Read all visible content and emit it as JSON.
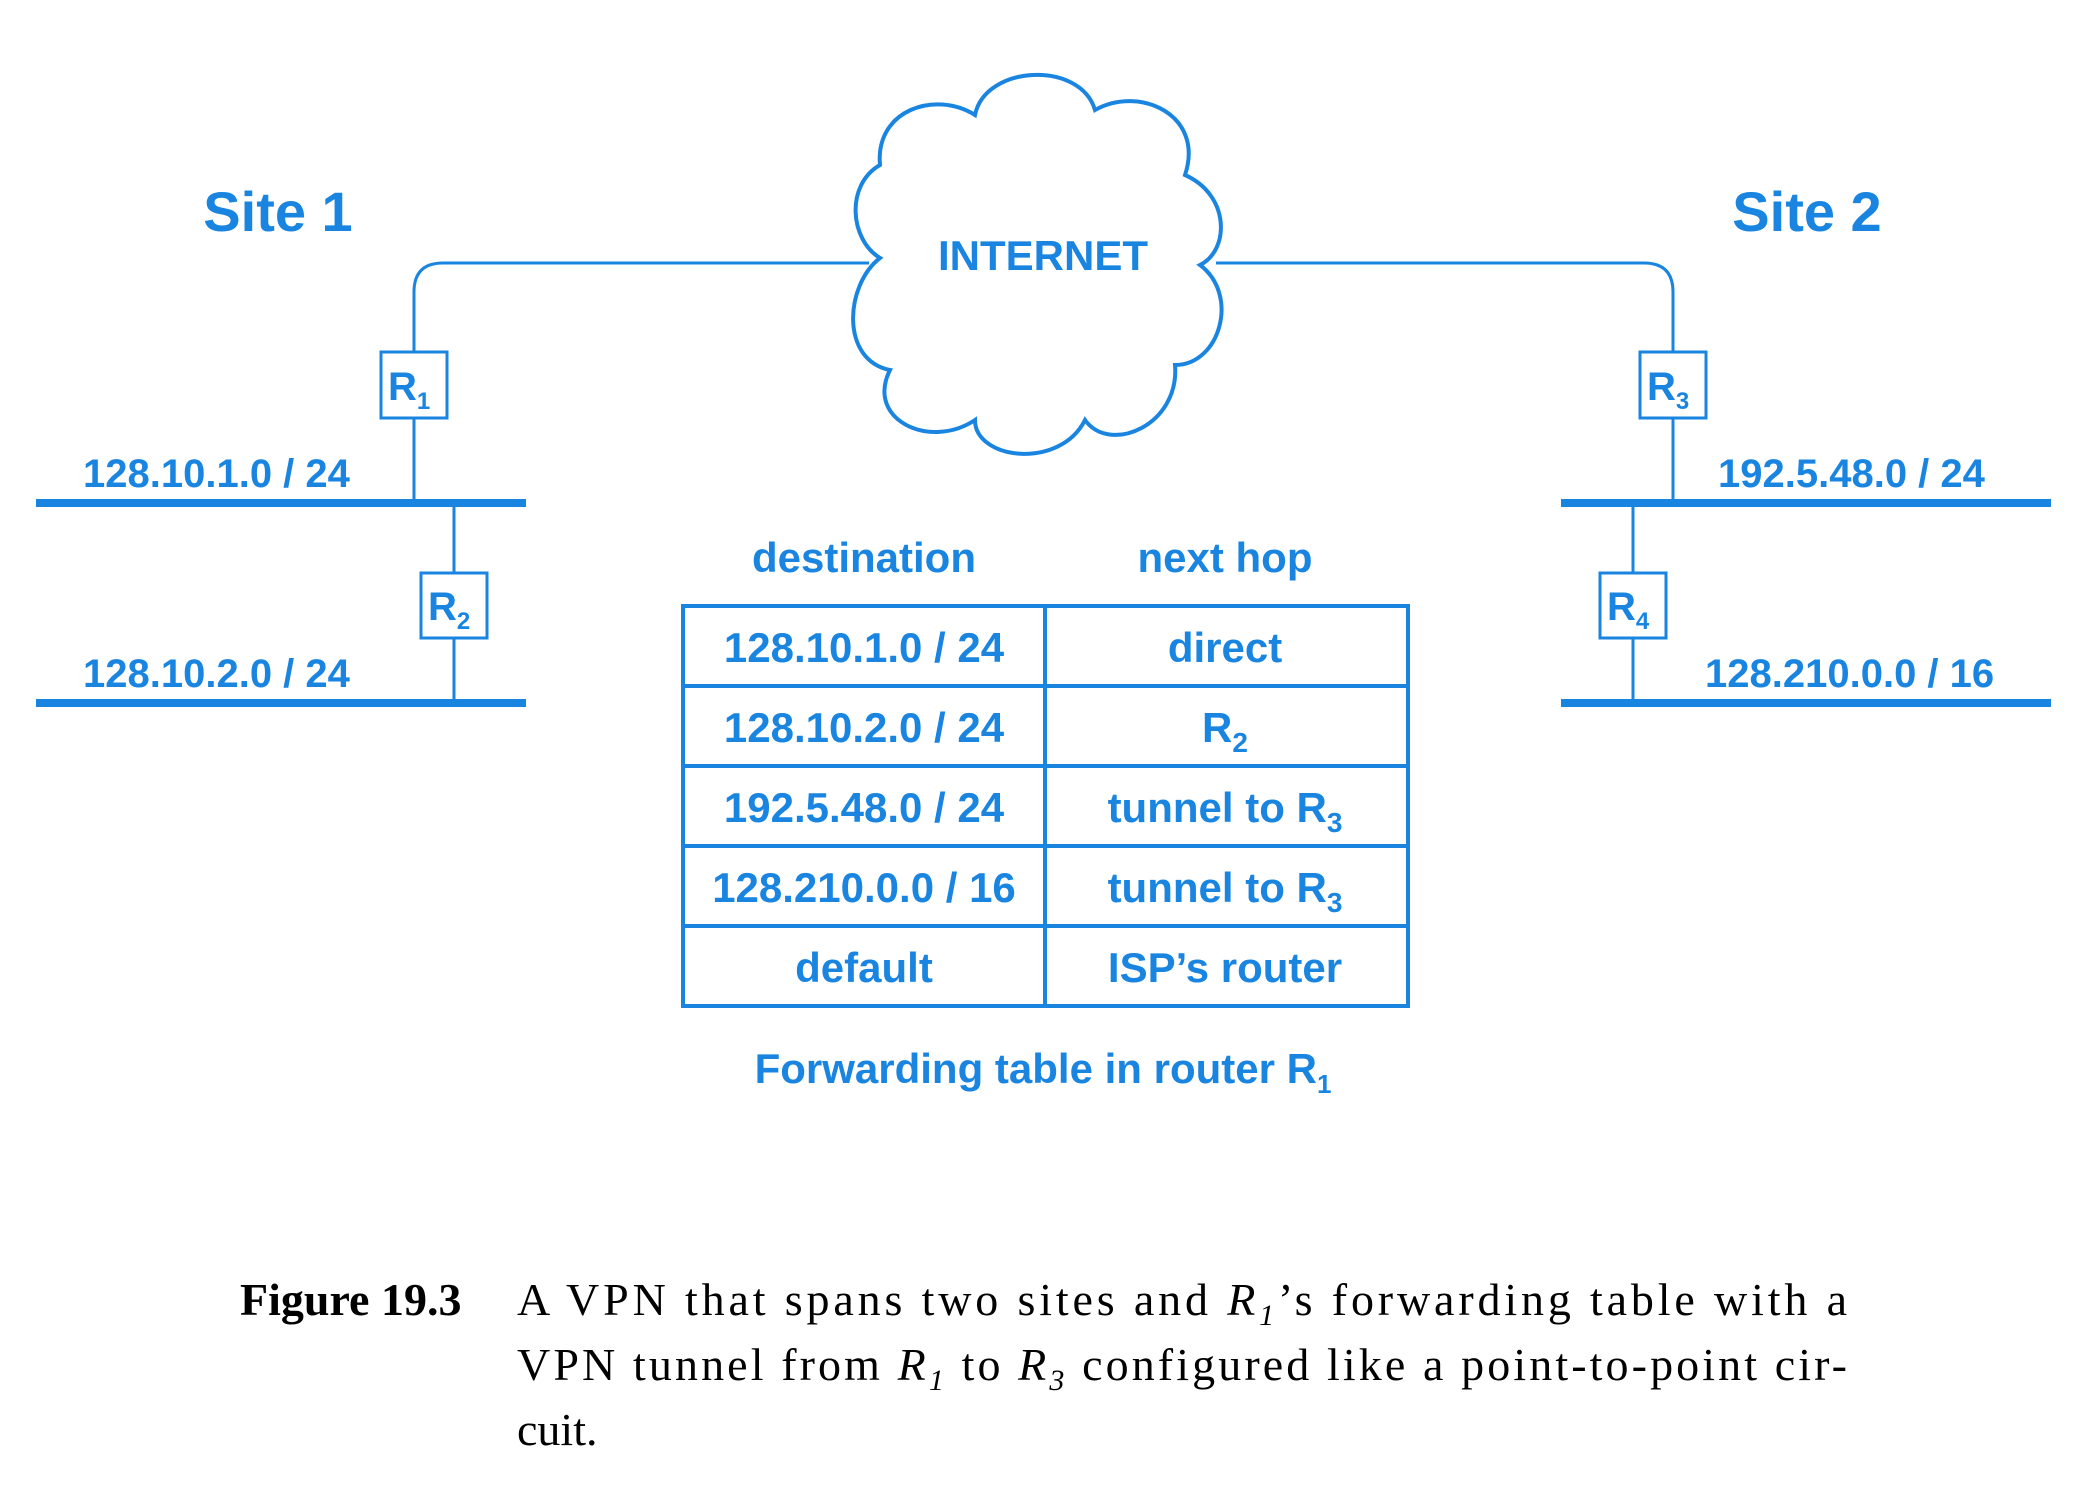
{
  "colors": {
    "accent": "#1a85e0",
    "caption_text": "#000000",
    "background": "#ffffff"
  },
  "sites": {
    "site1": "Site 1",
    "site2": "Site 2"
  },
  "cloud": {
    "label": "INTERNET",
    "icon": "cloud-icon"
  },
  "routers": {
    "r1": {
      "letter": "R",
      "sub": "1"
    },
    "r2": {
      "letter": "R",
      "sub": "2"
    },
    "r3": {
      "letter": "R",
      "sub": "3"
    },
    "r4": {
      "letter": "R",
      "sub": "4"
    }
  },
  "networks": {
    "site1_net1": "128.10.1.0 / 24",
    "site1_net2": "128.10.2.0 / 24",
    "site2_net1": "192.5.48.0 / 24",
    "site2_net2": "128.210.0.0 / 16"
  },
  "table": {
    "headers": {
      "destination": "destination",
      "next_hop": "next hop"
    },
    "rows": [
      {
        "destination": "128.10.1.0 / 24",
        "next": "direct",
        "sub": ""
      },
      {
        "destination": "128.10.2.0 / 24",
        "next": "R",
        "sub": "2"
      },
      {
        "destination": "192.5.48.0 / 24",
        "next": "tunnel to R",
        "sub": "3"
      },
      {
        "destination": "128.210.0.0 / 16",
        "next": "tunnel to R",
        "sub": "3"
      },
      {
        "destination": "default",
        "next": "ISP’s router",
        "sub": ""
      }
    ],
    "caption": {
      "text": "Forwarding table in router R",
      "sub": "1"
    }
  },
  "figure_caption": {
    "label": "Figure 19.3",
    "line1_a": "A VPN that spans two sites and",
    "line1_r": "R",
    "line1_rsub": "1",
    "line1_b": "’s forwarding table with a",
    "line2_a": "VPN tunnel from",
    "line2_r1": "R",
    "line2_r1sub": "1",
    "line2_mid": "to",
    "line2_r3": "R",
    "line2_r3sub": "3",
    "line2_b": "configured like a point-to-point cir-",
    "line3": "cuit."
  }
}
